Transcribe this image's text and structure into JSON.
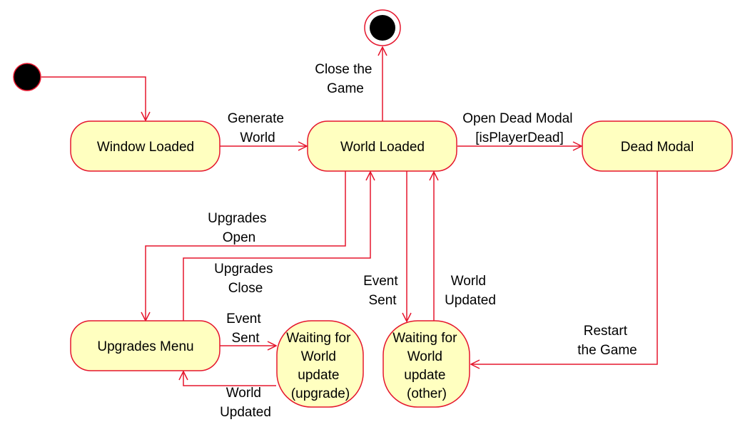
{
  "states": {
    "window_loaded": [
      "Window Loaded"
    ],
    "world_loaded": [
      "World Loaded"
    ],
    "dead_modal": [
      "Dead Modal"
    ],
    "upgrades_menu": [
      "Upgrades Menu"
    ],
    "waiting_upgrade": [
      "Waiting for",
      "World",
      "update",
      "(upgrade)"
    ],
    "waiting_other": [
      "Waiting for",
      "World",
      "update",
      "(other)"
    ]
  },
  "transitions": {
    "generate_world": [
      "Generate",
      "World"
    ],
    "close_game": [
      "Close the",
      "Game"
    ],
    "open_dead_modal": [
      "Open Dead Modal",
      "[isPlayerDead]"
    ],
    "upgrades_open": [
      "Upgrades",
      "Open"
    ],
    "upgrades_close": [
      "Upgrades",
      "Close"
    ],
    "event_sent_upgrade": [
      "Event",
      "Sent"
    ],
    "world_updated_upgrade": [
      "World",
      "Updated"
    ],
    "event_sent_other": [
      "Event",
      "Sent"
    ],
    "world_updated_other": [
      "World",
      "Updated"
    ],
    "restart_game": [
      "Restart",
      "the Game"
    ]
  },
  "colors": {
    "state_fill": "#ffffc0",
    "line": "#e5162d",
    "text": "#000000"
  }
}
